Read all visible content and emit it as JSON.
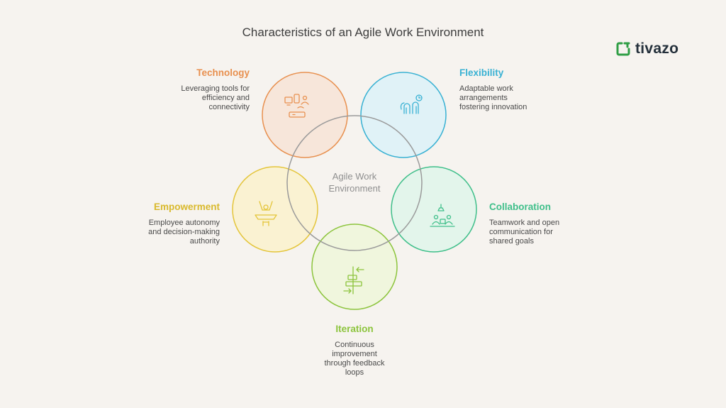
{
  "title": "Characteristics of an Agile Work Environment",
  "brand": {
    "name": "tivazo",
    "icon": "tivazo-logo-icon",
    "color": "#2f9e44"
  },
  "center": {
    "label": "Agile Work Environment"
  },
  "items": [
    {
      "title": "Technology",
      "description": "Leveraging tools for efficiency and connectivity",
      "color": "#e8904f",
      "fill": "#f7e3d6",
      "icon": "devices-icon"
    },
    {
      "title": "Flexibility",
      "description": "Adaptable work arrangements fostering innovation",
      "color": "#38b1d3",
      "fill": "#dcf1f8",
      "icon": "flexible-hands-icon"
    },
    {
      "title": "Collaboration",
      "description": "Teamwork and open communication for shared goals",
      "color": "#3fbf8a",
      "fill": "#dff4ea",
      "icon": "team-desk-icon"
    },
    {
      "title": "Iteration",
      "description": "Continuous improvement through feedback loops",
      "color": "#8cc43c",
      "fill": "#eef6d9",
      "icon": "feedback-loop-icon"
    },
    {
      "title": "Empowerment",
      "description": "Employee autonomy and decision-making authority",
      "color": "#e4c53a",
      "fill": "#faf1cc",
      "icon": "empowered-person-icon"
    }
  ]
}
